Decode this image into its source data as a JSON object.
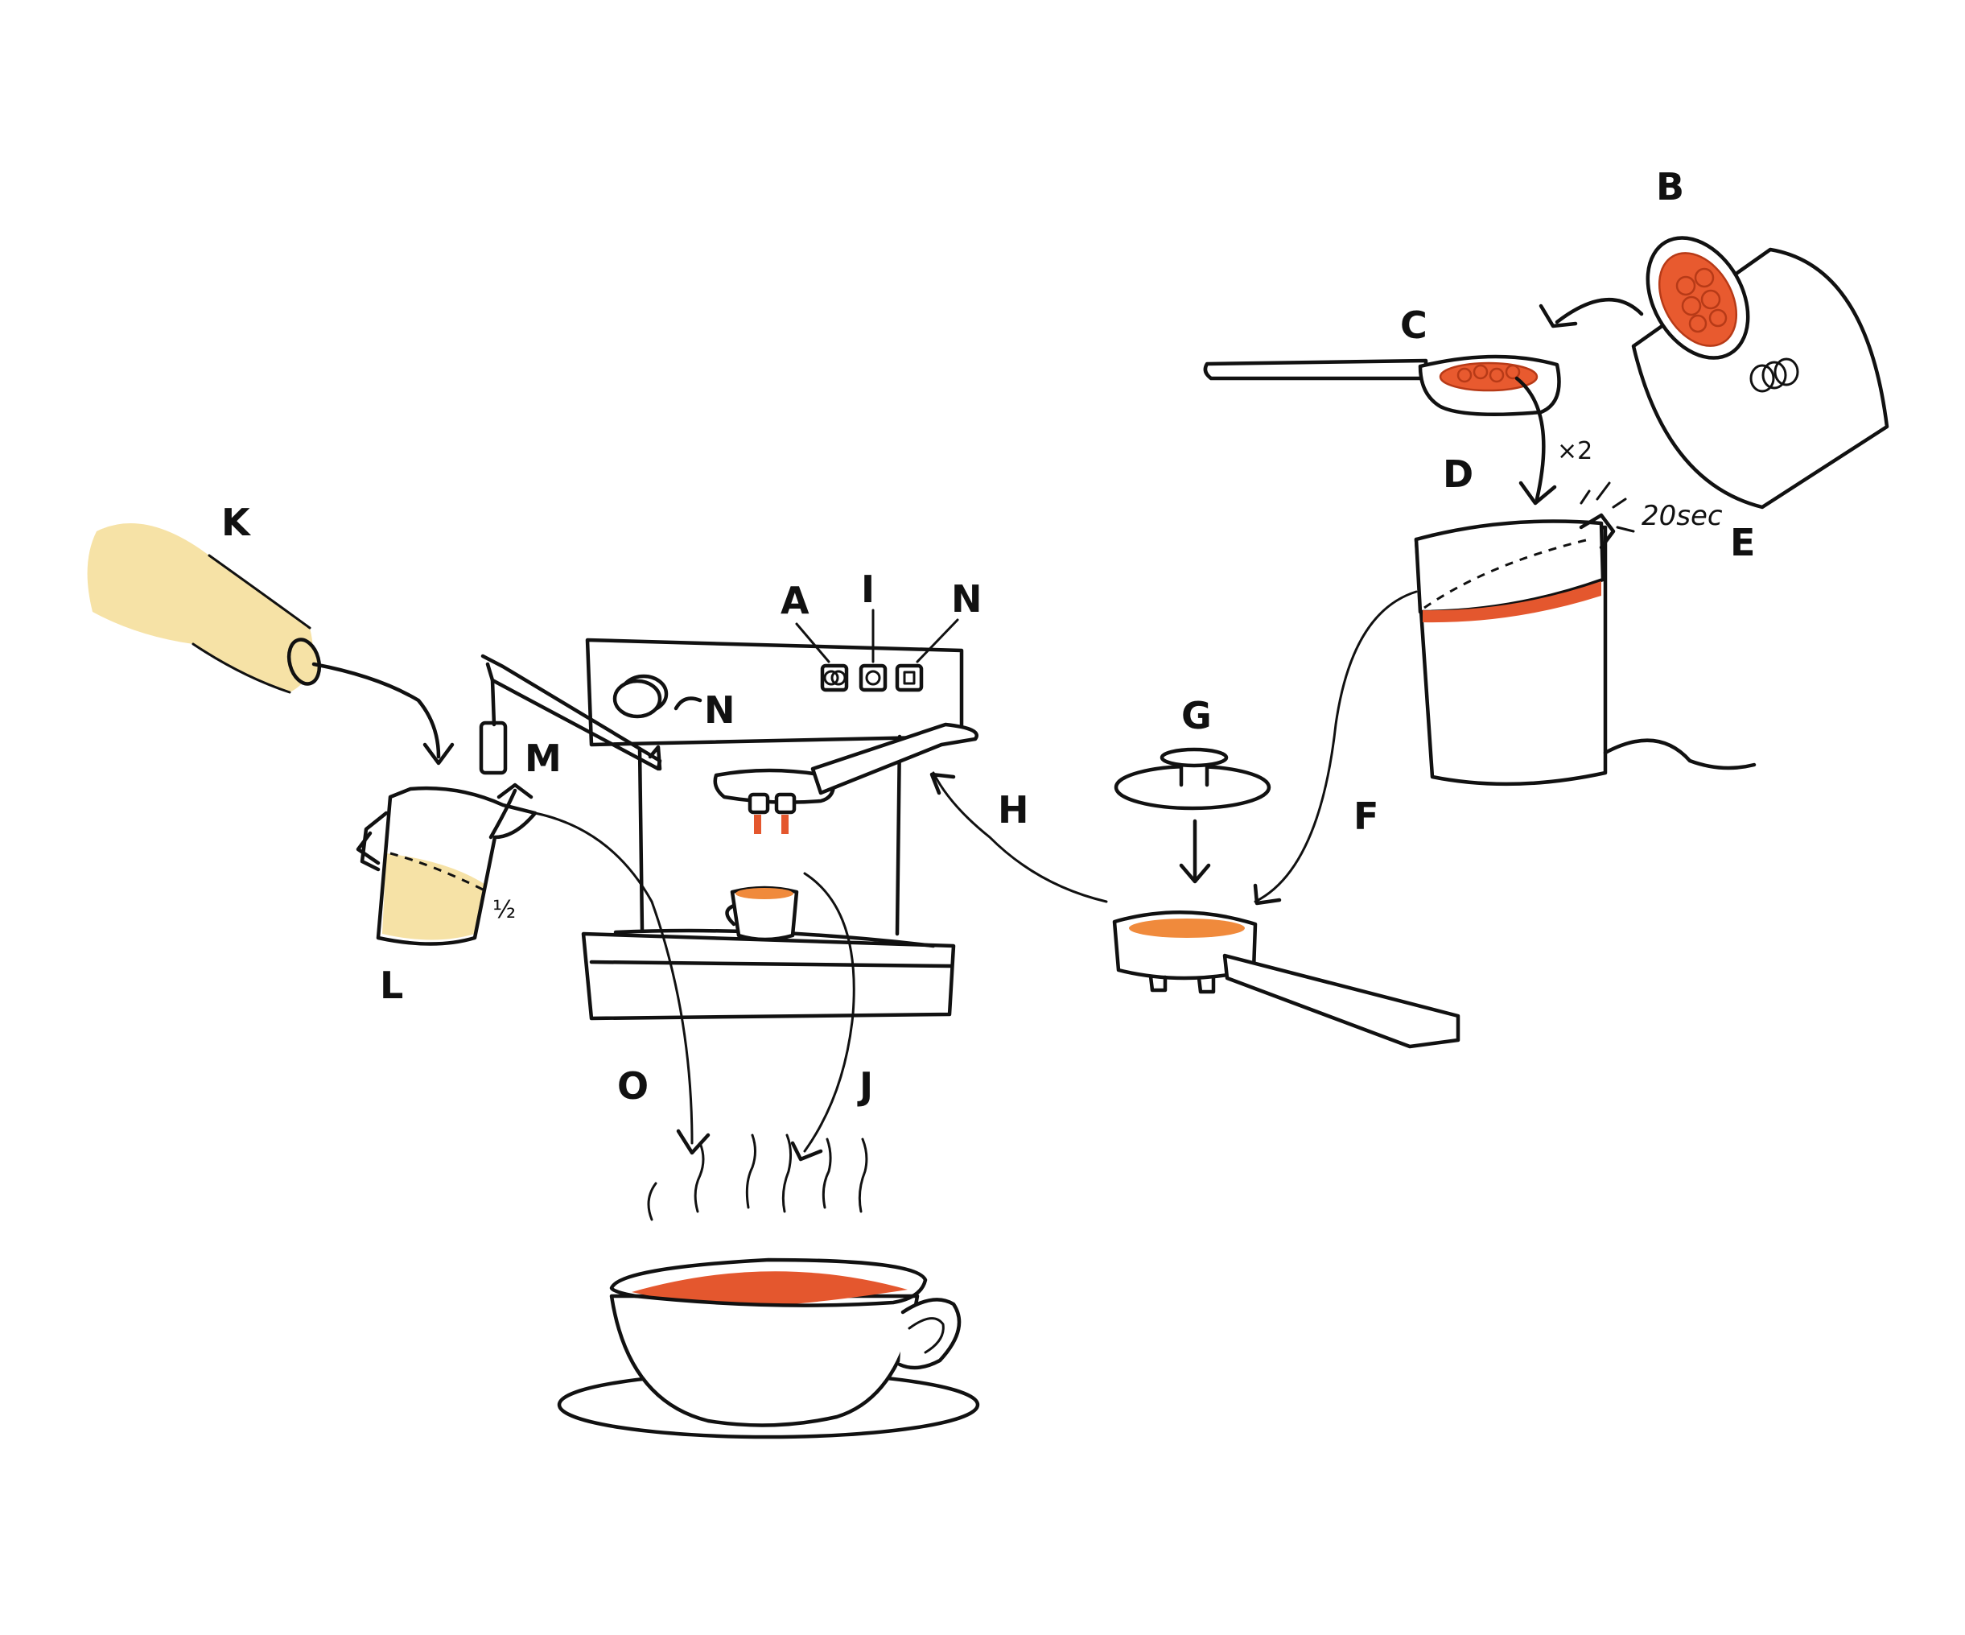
{
  "labels": {
    "A": "A",
    "B": "B",
    "C": "C",
    "D": "D",
    "E": "E",
    "F": "F",
    "G": "G",
    "H": "H",
    "I": "I",
    "J": "J",
    "K": "K",
    "L": "L",
    "M": "M",
    "N": "N",
    "O": "O"
  },
  "notes": {
    "times_two": "×2",
    "grind_time": "20sec",
    "half": "½"
  },
  "colors": {
    "coffee": "#e4572e",
    "crema": "#f08a3c",
    "milk": "#f6e2a6",
    "ink": "#111111"
  }
}
